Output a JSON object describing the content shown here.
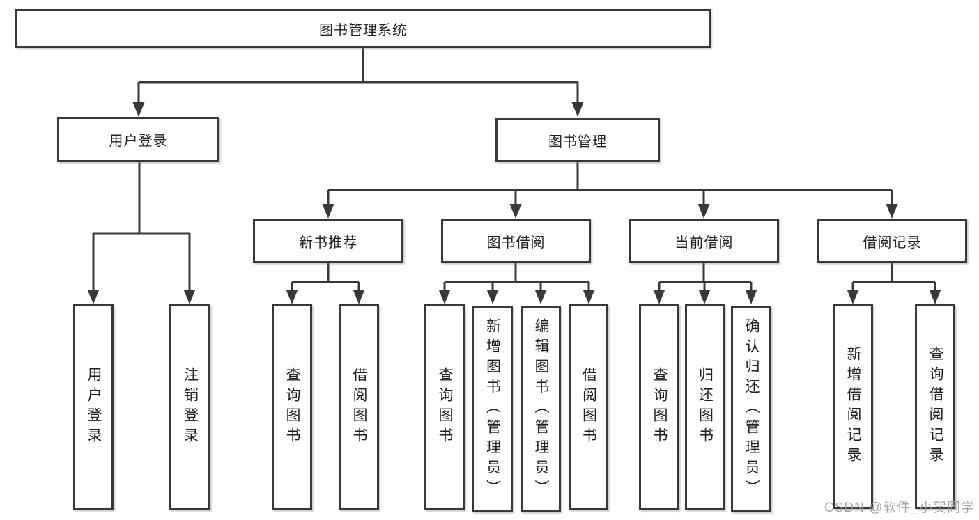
{
  "diagram": {
    "type": "tree",
    "title": "图书管理系统",
    "children": [
      {
        "label": "用户登录",
        "children": [
          {
            "label": "用户登录"
          },
          {
            "label": "注销登录"
          }
        ]
      },
      {
        "label": "图书管理",
        "children": [
          {
            "label": "新书推荐",
            "children": [
              {
                "label": "查询图书"
              },
              {
                "label": "借阅图书"
              }
            ]
          },
          {
            "label": "图书借阅",
            "children": [
              {
                "label": "查询图书"
              },
              {
                "label": "新增图书（管理员）"
              },
              {
                "label": "编辑图书（管理员）"
              },
              {
                "label": "借阅图书"
              }
            ]
          },
          {
            "label": "当前借阅",
            "children": [
              {
                "label": "查询图书"
              },
              {
                "label": "归还图书"
              },
              {
                "label": "确认归还（管理员）"
              }
            ]
          },
          {
            "label": "借阅记录",
            "children": [
              {
                "label": "新增借阅记录"
              },
              {
                "label": "查询借阅记录"
              }
            ]
          }
        ]
      }
    ]
  },
  "colors": {
    "line": "#383838",
    "box_border": "#383838",
    "text": "#1f1f1f",
    "watermark": "#9b9b9b"
  },
  "watermark": "CSDN @软件_小贺同学"
}
